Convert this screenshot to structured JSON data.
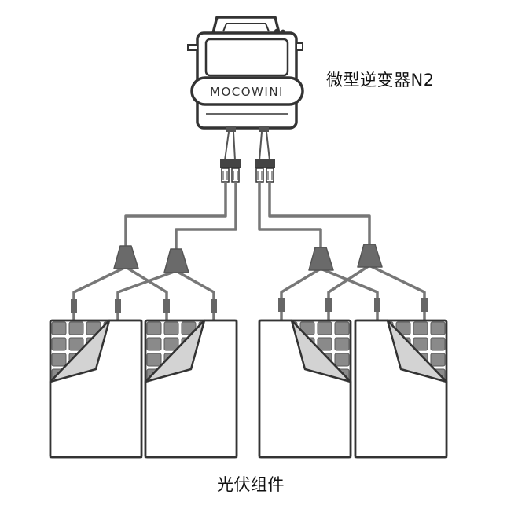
{
  "inverter": {
    "brand": "MOCOWINI",
    "caption": "微型逆变器N2"
  },
  "panels": {
    "caption": "光伏组件",
    "count": 4
  },
  "colors": {
    "line": "#777777",
    "outline": "#333333",
    "cell": "#8a8a8a",
    "connector": "#666666",
    "fold": "#d3d3d3"
  }
}
